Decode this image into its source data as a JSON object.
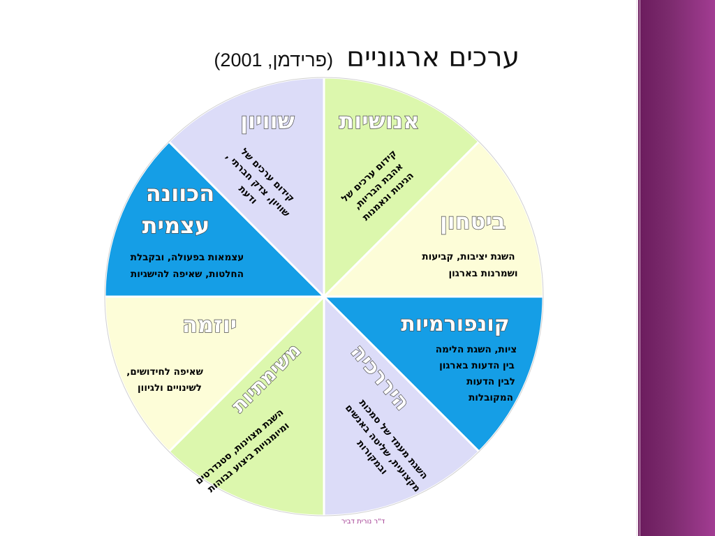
{
  "title": {
    "main": "ערכים ארגוניים",
    "paren": "(פרידמן, 2001)"
  },
  "colors": {
    "green": "#dcf7ad",
    "yellow": "#fdfdd8",
    "blue": "#159ee6",
    "lavender": "#dcdcf8",
    "accent": "#a23c92"
  },
  "values": {
    "humanism": {
      "label": "אנושיות",
      "desc": [
        "קידום ערכים של",
        "אהבת הבריות,",
        "הגינות ונאמנות"
      ]
    },
    "security": {
      "label": "ביטחון",
      "desc": [
        "השגת יציבות, קביעות",
        "ושמרנות בארגון"
      ]
    },
    "conformity": {
      "label": "קונפורמיות",
      "desc": [
        "ציות, השגת הלימה",
        "בין הדעות בארגון",
        "לבין הדעות",
        "המקובלות"
      ]
    },
    "hierarchy": {
      "label": "היררכיה",
      "desc": [
        "השגת מעמד של סמכות",
        "מקצועית, שליטה באנשים",
        "ובמקורות"
      ]
    },
    "achievement": {
      "label": "משימתיות",
      "desc": [
        "השגת מצוינות, סטנדרטים",
        "ומיומנויות ביצוע גבוהות"
      ]
    },
    "initiative": {
      "label": "יוזמה",
      "desc": [
        "שאיפה לחידושים,",
        "לשינויים ולגיוון"
      ]
    },
    "self_direction": {
      "label1": "הכוונה",
      "label2": "עצמית",
      "desc": [
        "עצמאות בפעולה, ובקבלת",
        "החלטות, שאיפה להישגיות"
      ]
    },
    "equality": {
      "label": "שוויון",
      "desc": [
        "קידום ערכים של",
        "שוויון, צדק חברתי ,",
        "ודעת"
      ]
    }
  },
  "footer": "ד\"ר נורית דביר"
}
